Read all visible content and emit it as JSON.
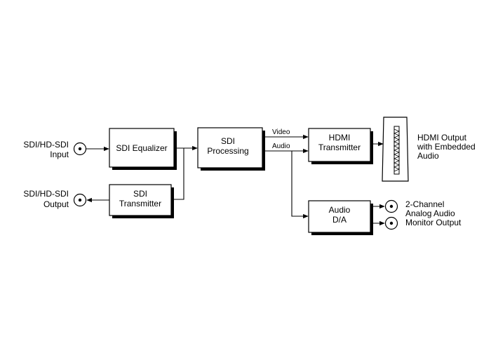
{
  "blocks": {
    "sdi_equalizer": [
      "SDI Equalizer"
    ],
    "sdi_transmitter": [
      "SDI",
      "Transmitter"
    ],
    "sdi_processing": [
      "SDI",
      "Processing"
    ],
    "hdmi_transmitter": [
      "HDMI",
      "Transmitter"
    ],
    "audio_da": [
      "Audio",
      "D/A"
    ]
  },
  "ports": {
    "input": [
      "SDI/HD-SDI",
      "Input"
    ],
    "output": [
      "SDI/HD-SDI",
      "Output"
    ],
    "hdmi_output": [
      "HDMI Output",
      "with Embedded",
      "Audio"
    ],
    "analog_audio": [
      "2-Channel",
      "Analog Audio",
      "Monitor Output"
    ]
  },
  "signals": {
    "video": "Video",
    "audio": "Audio"
  },
  "colors": {
    "line": "#000000",
    "shadow": "#000000",
    "fill": "#ffffff"
  }
}
